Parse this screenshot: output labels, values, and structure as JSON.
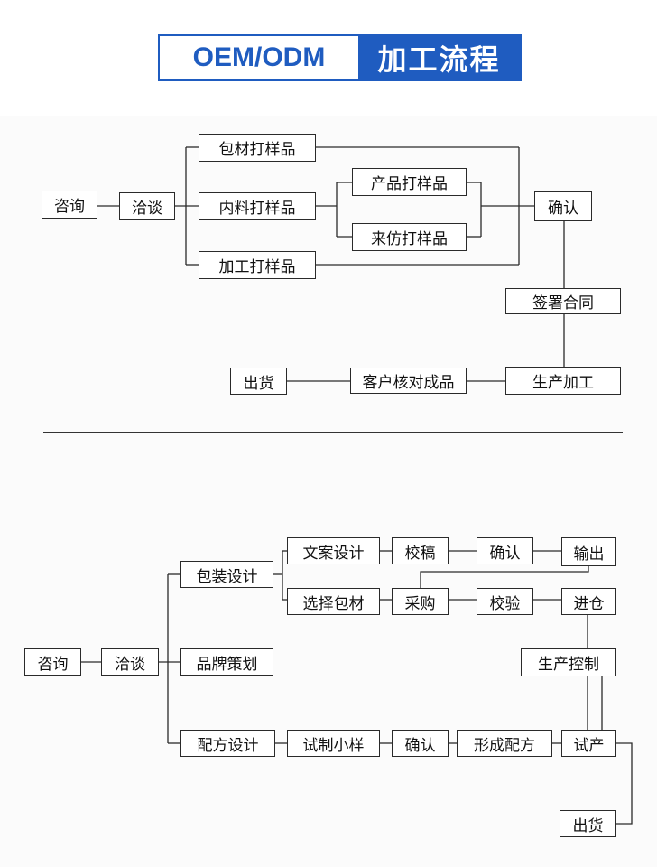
{
  "title": {
    "left": "OEM/ODM",
    "right": "加工流程"
  },
  "flow1": {
    "consult": "咨询",
    "negotiate": "洽谈",
    "pack_sample": "包材打样品",
    "inner_sample": "内料打样品",
    "product_sample": "产品打样品",
    "copy_sample": "来仿打样品",
    "process_sample": "加工打样品",
    "confirm": "确认",
    "sign_contract": "签署合同",
    "production": "生产加工",
    "customer_check": "客户核对成品",
    "ship": "出货"
  },
  "flow2": {
    "consult": "咨询",
    "negotiate": "洽谈",
    "package_design": "包装设计",
    "brand_planning": "品牌策划",
    "formula_design": "配方设计",
    "copy_design": "文案设计",
    "proofread": "校稿",
    "confirm_top": "确认",
    "output": "输出",
    "select_material": "选择包材",
    "purchase": "采购",
    "inspect": "校验",
    "warehouse_in": "进仓",
    "production_control": "生产控制",
    "trial_sample": "试制小样",
    "confirm_bottom": "确认",
    "form_formula": "形成配方",
    "trial_production": "试产",
    "ship": "出货"
  }
}
